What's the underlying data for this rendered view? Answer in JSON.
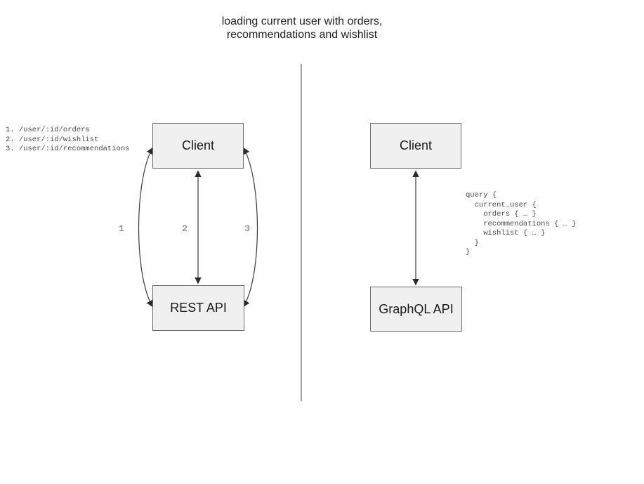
{
  "title": {
    "line1": "loading current user with orders,",
    "line2": "recommendations and wishlist"
  },
  "left_panel": {
    "client_label": "Client",
    "api_label": "REST API",
    "endpoints": "1. /user/:id/orders\n2. /user/:id/wishlist\n3. /user/:id/recommendations",
    "arrow_labels": [
      "1",
      "2",
      "3"
    ]
  },
  "right_panel": {
    "client_label": "Client",
    "api_label": "GraphQL API",
    "query": "query {\n  current_user {\n    orders { … }\n    recommendations { … }\n    wishlist { … }\n  }\n}"
  },
  "colors": {
    "box_fill": "#f0f0f0",
    "box_border": "#6b6b6b",
    "arrow": "#333333",
    "number_text": "#666666",
    "code_text": "#4a4a4a",
    "divider": "#8a8a8a"
  }
}
